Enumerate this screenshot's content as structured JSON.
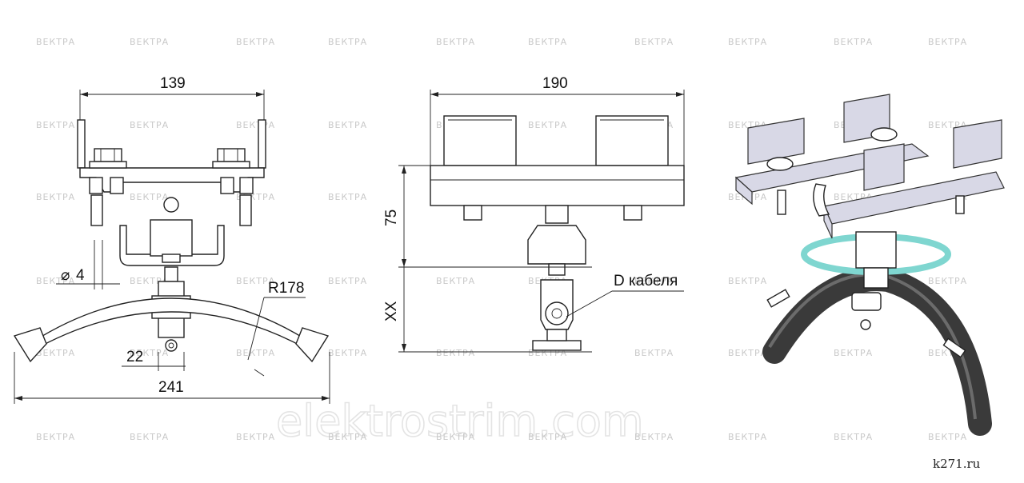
{
  "watermark_text": "ВЕКТРА",
  "big_watermark": "elektrostrim.com",
  "site_label": "k271.ru",
  "front_view": {
    "width_top": "139",
    "hole_diameter": "4",
    "radius": "R178",
    "clamp_width": "22",
    "overall_width": "241"
  },
  "side_view": {
    "length": "190",
    "height": "75",
    "variable_height": "XX",
    "cable_label": "D кабеля"
  },
  "colors": {
    "line": "#222222",
    "part_fill": "#d8d8e6",
    "cable": "#3a3a3a",
    "swivel": "#7fd6d0",
    "watermark": "#c9c9c9"
  }
}
